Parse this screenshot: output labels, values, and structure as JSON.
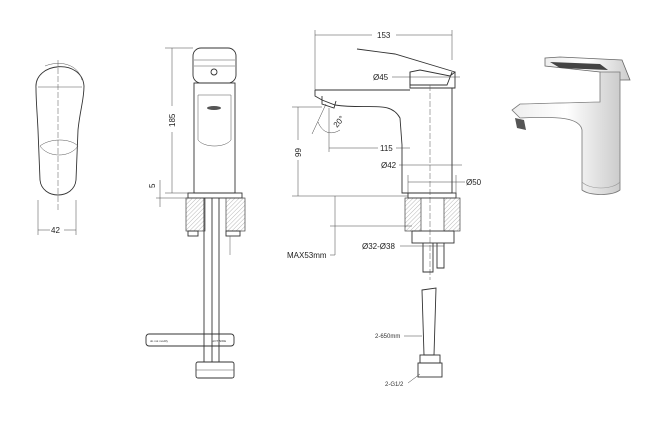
{
  "drawing": {
    "top_view": {
      "width_dim": "42"
    },
    "front_view": {
      "height_dim": "185",
      "flange_dim": "5",
      "handle_label_left": "do not modify",
      "handle_label_right": "HOT SIDE"
    },
    "side_view": {
      "overall_length": "153",
      "handle_dia": "Ø45",
      "spout_angle": "20°",
      "spout_height": "99",
      "spout_reach": "115",
      "body_dia": "Ø42",
      "base_dia": "Ø50",
      "max_deck": "MAX53mm",
      "hole_dia": "Ø32-Ø38",
      "hose_length": "2-650mm",
      "hose_thread": "2-G1/2"
    }
  }
}
